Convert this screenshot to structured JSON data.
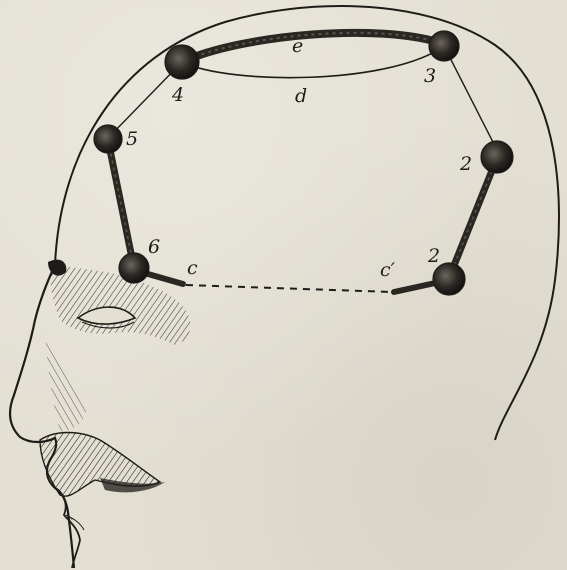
{
  "labels": {
    "e": "e",
    "d": "d",
    "c": "c",
    "c_prime": "c′",
    "n2_upper": "2",
    "n2_lower": "2",
    "n3": "3",
    "n4": "4",
    "n5": "5",
    "n6": "6"
  },
  "colors": {
    "paper": "#e3dfd3",
    "ink": "#1e1c19"
  }
}
